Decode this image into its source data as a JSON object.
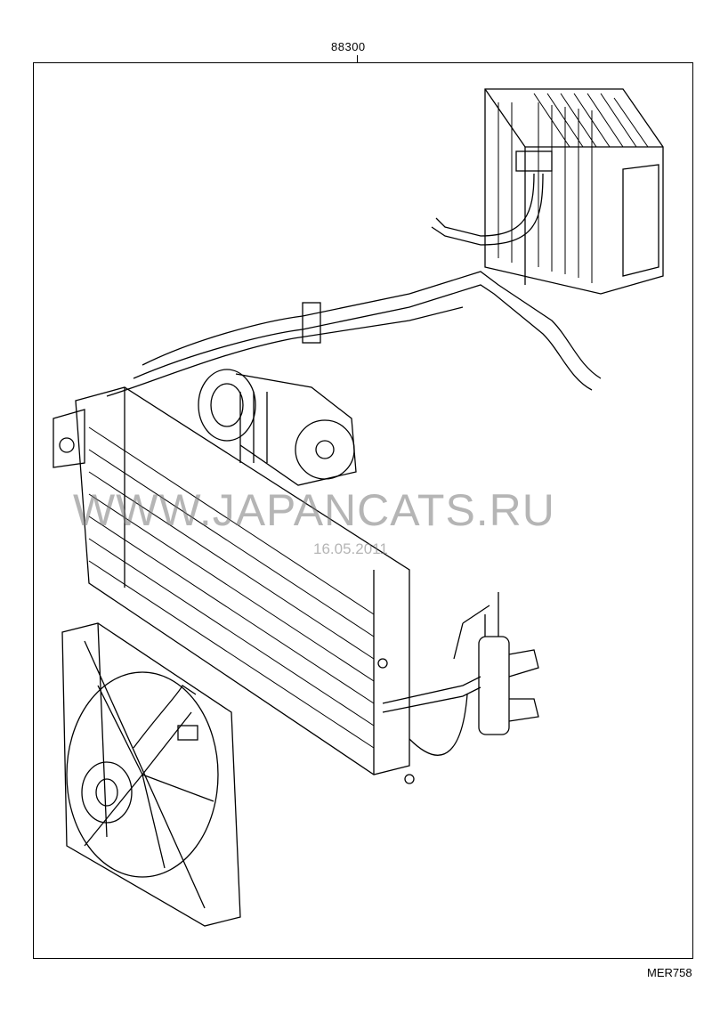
{
  "diagram": {
    "part_number": "88300",
    "reference_code": "MER758",
    "watermark": "WWW.JAPANCATS.RU",
    "watermark_date": "16.05.2011"
  }
}
